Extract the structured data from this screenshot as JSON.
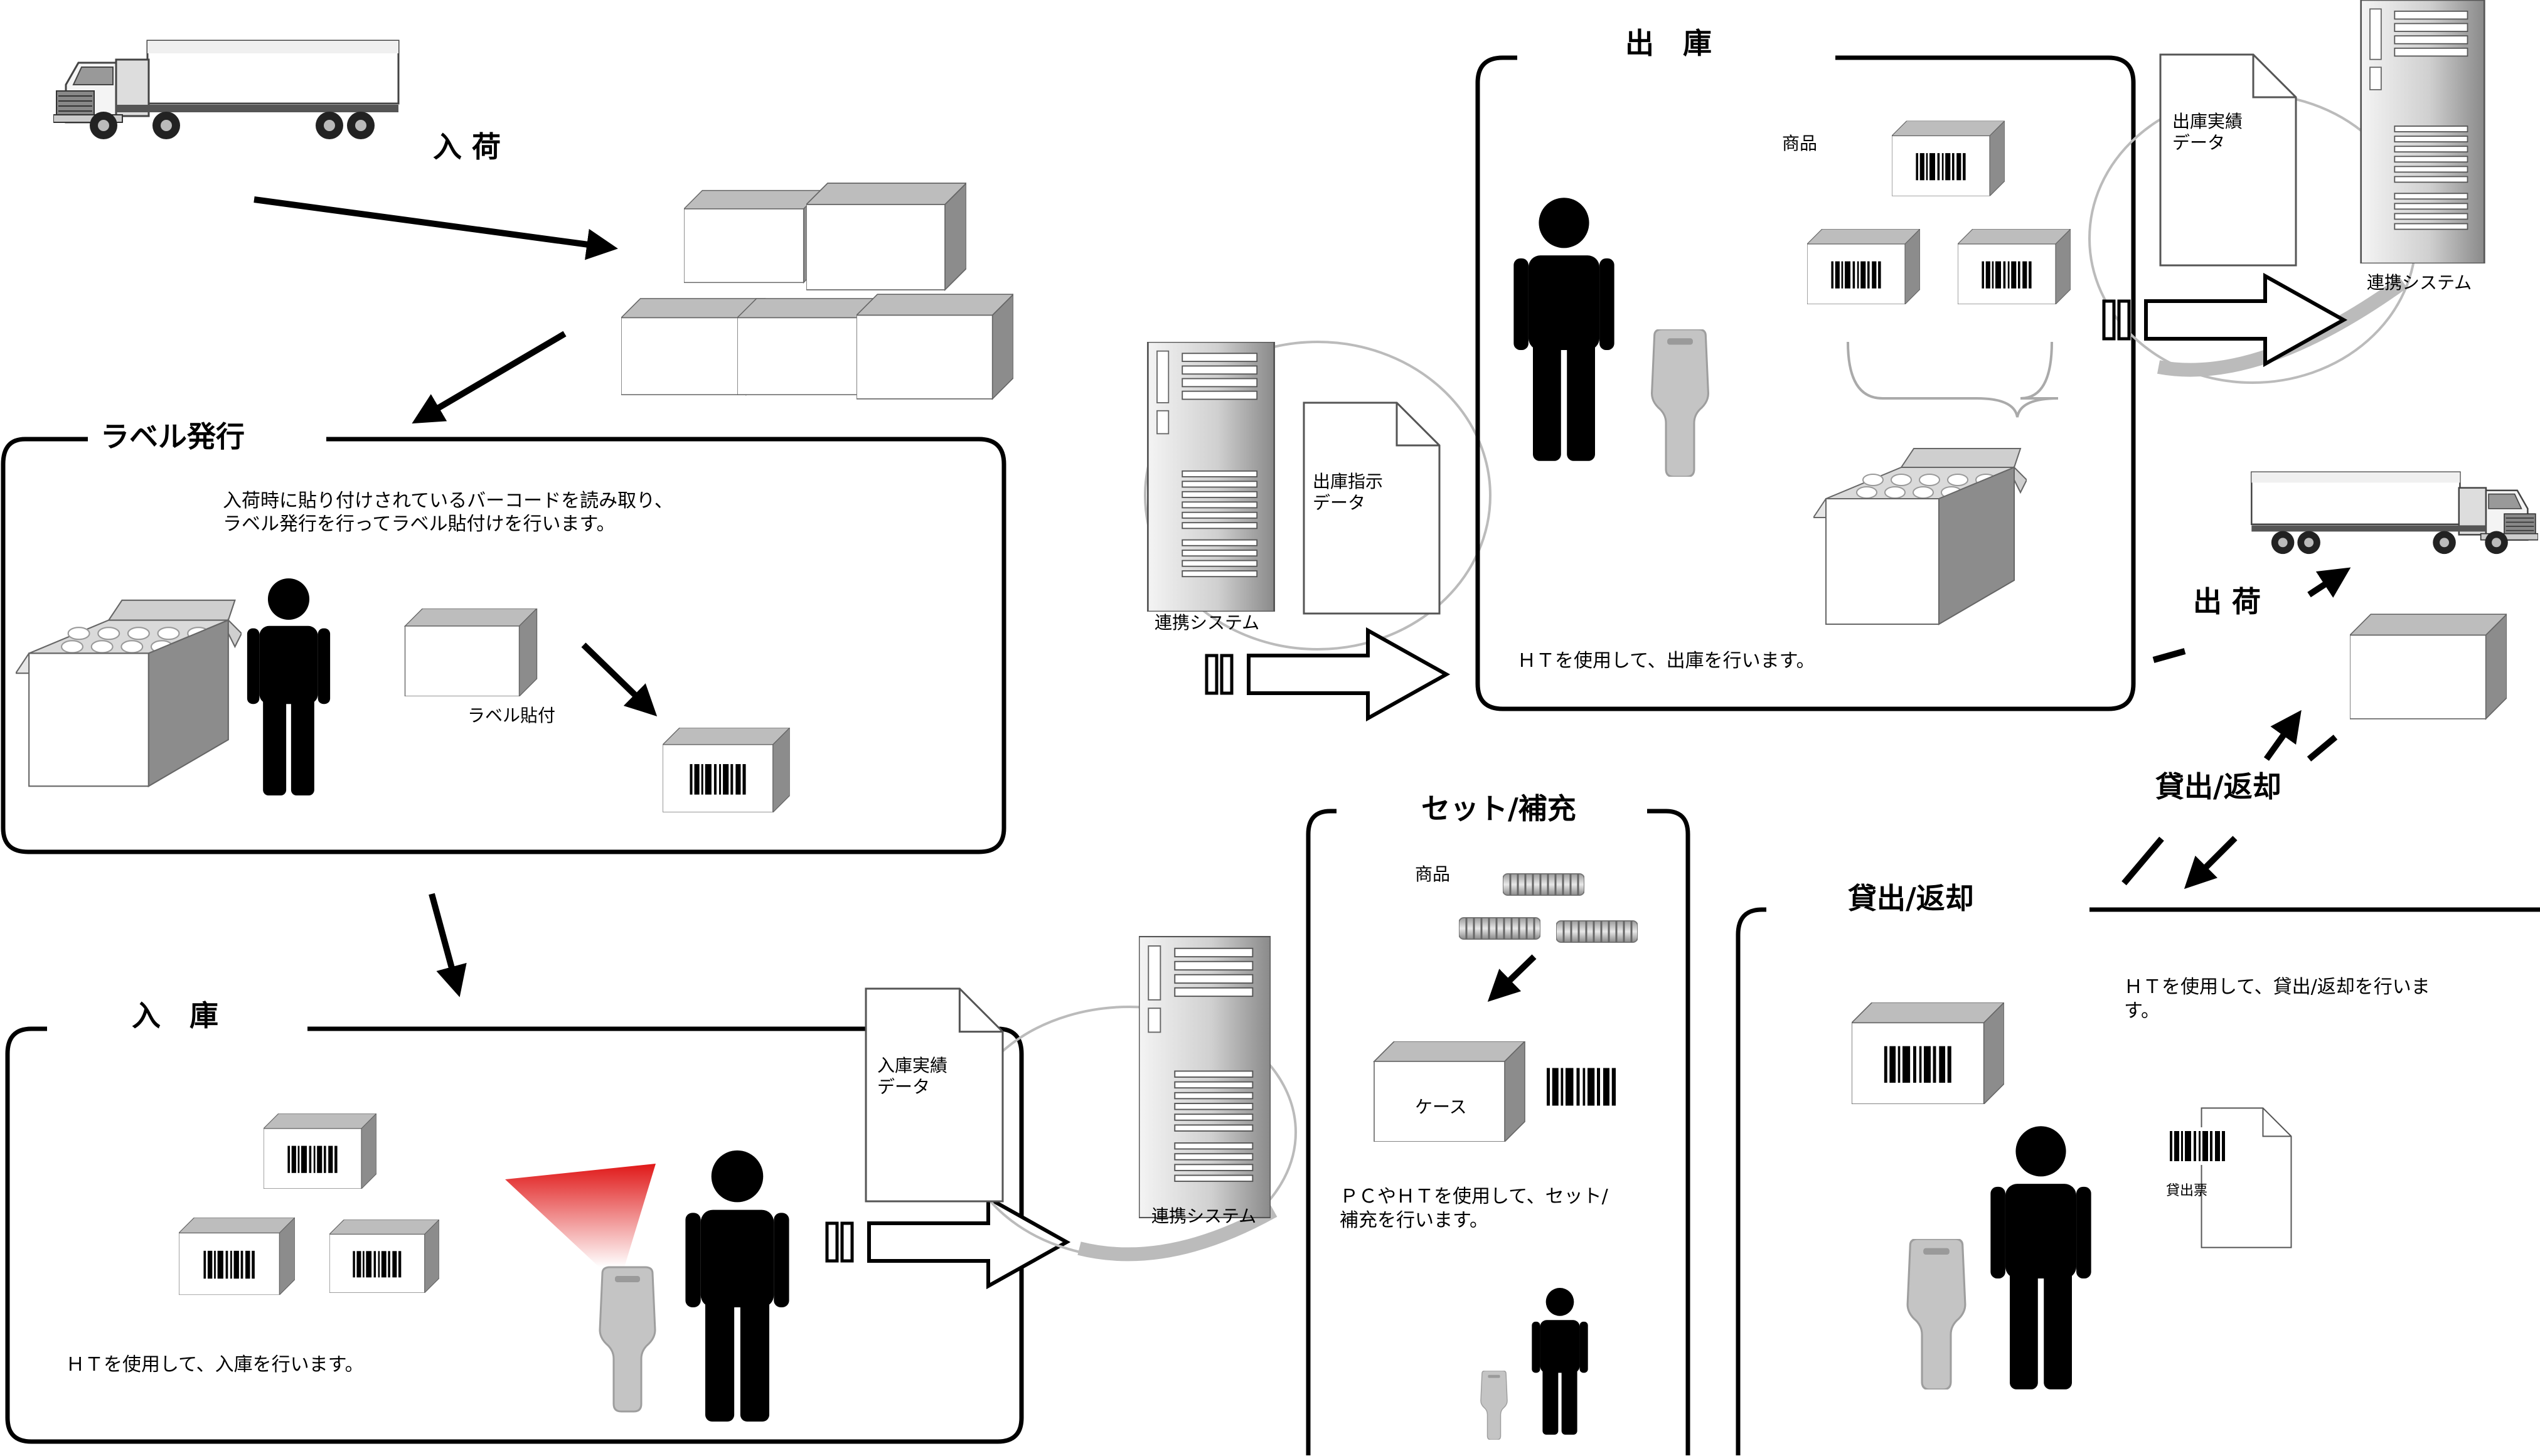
{
  "sections": {
    "arrival": {
      "title": "入 荷"
    },
    "label_issue": {
      "title": "ラベル発行",
      "desc_line1": "入荷時に貼り付けされているバーコードを読み取り、",
      "desc_line2": "ラベル発行を行ってラベル貼付けを行います。",
      "label_apply": "ラベル貼付"
    },
    "receiving": {
      "title": "入　庫",
      "desc": "ＨＴを使用して、入庫を行います。",
      "doc_line1": "入庫実績",
      "doc_line2": "データ",
      "system": "連携システム"
    },
    "shipping_out": {
      "title": "出　庫",
      "goods": "商品",
      "desc": "ＨＴを使用して、出庫を行います。",
      "instruction_line1": "出庫指示",
      "instruction_line2": "データ",
      "instruction_system": "連携システム",
      "result_line1": "出庫実績",
      "result_line2": "データ",
      "result_system": "連携システム"
    },
    "set_replenish": {
      "title": "セット/補充",
      "goods": "商品",
      "case": "ケース",
      "desc_line1": "ＰＣやＨＴを使用して、セット/",
      "desc_line2": "補充を行います。"
    },
    "shipment": {
      "title": "出 荷"
    },
    "lend_return_arrows": {
      "title": "貸出/返却"
    },
    "lend_return": {
      "title": "貸出/返却",
      "desc_line1": "ＨＴを使用して、貸出/返却を行いま",
      "desc_line2": "す。",
      "slip": "貸出票"
    }
  },
  "colors": {
    "ink": "#000000",
    "box_side": "#8c8c8c",
    "box_top": "#bdbdbd",
    "scanner": "#c8c8c8",
    "beam": "#e02020",
    "orbit": "#bbbbbb"
  },
  "icons": [
    "truck-icon",
    "box-icon",
    "person-icon",
    "handheld-scanner-icon",
    "server-icon",
    "document-icon",
    "barcode-icon",
    "hollow-arrow-icon",
    "coil-goods-icon"
  ]
}
